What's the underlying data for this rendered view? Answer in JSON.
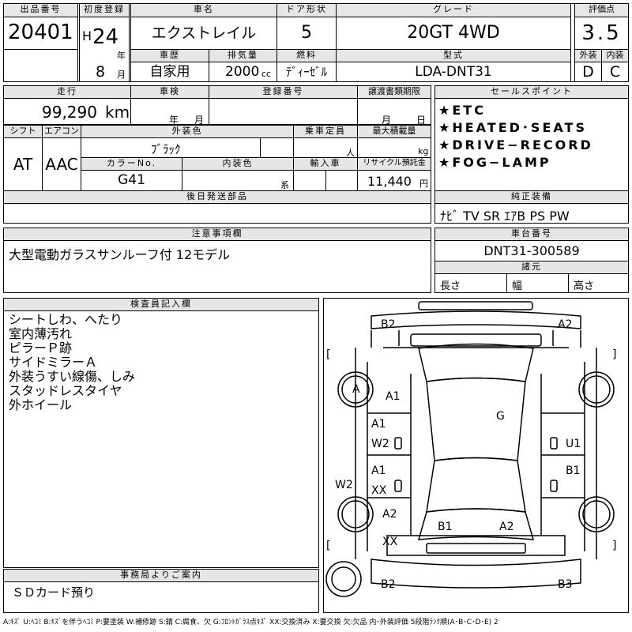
{
  "header": {
    "lot_label": "出品番号",
    "lot": "20401",
    "first_reg_label": "初度登録",
    "era": "H",
    "year": "24",
    "year_unit": "年",
    "month": "8",
    "month_unit": "月",
    "name_label": "車名",
    "car_name": "エクストレイル",
    "door_label": "ドア形状",
    "doors": "5",
    "grade_label": "グレード",
    "grade": "20GT 4WD",
    "score_label": "評価点",
    "score": "3.5",
    "history_label": "車歴",
    "history": "自家用",
    "displacement_label": "排気量",
    "displacement": "2000",
    "cc": "cc",
    "fuel_label": "燃料",
    "fuel": "ﾃﾞｨｰｾﾞﾙ",
    "model_label": "型式",
    "model": "LDA-DNT31",
    "ext_label": "外装",
    "ext_grade": "D",
    "int_label": "内装",
    "int_grade": "C"
  },
  "mid": {
    "mileage_label": "走行",
    "mileage": "99,290",
    "km": "km",
    "inspection_label": "車検",
    "ym_year": "年",
    "ym_month": "月",
    "reg_label": "登録番号",
    "transfer_label": "譲渡書類期限",
    "md_month": "月",
    "md_day": "日",
    "shift_label": "シフト",
    "shift": "AT",
    "ac_label": "エアコン",
    "ac": "AAC",
    "color_label": "外装色",
    "color": "ﾌﾞﾗｯｸ",
    "capacity_label": "乗車定員",
    "capacity_unit": "人",
    "load_label": "最大積載量",
    "load_unit": "kg",
    "color_no_label": "カラーNo.",
    "color_no": "G41",
    "interior_color_label": "内装色",
    "interior_unit": "系",
    "import_label": "輸入車",
    "recycle_label": "リサイクル預託金",
    "recycle": "11,440",
    "yen": "円",
    "after_label": "後日発送部品"
  },
  "sales": {
    "label": "セールスポイント",
    "items": [
      "★ETC",
      "★HEATED･SEATS",
      "★DRIVE−RECORD",
      "★FOG−LAMP"
    ]
  },
  "equip": {
    "label": "純正装備",
    "value": "ﾅﾋﾞ TV SR ｴｱB PS PW"
  },
  "notes": {
    "label": "注意事項欄",
    "text": "大型電動ガラスサンルーフ付 12モデル"
  },
  "chassis": {
    "label": "車台番号",
    "value": "DNT31-300589",
    "dims_label": "諸元",
    "length": "長さ",
    "width": "幅",
    "height": "高さ"
  },
  "inspector": {
    "label": "検査員記入欄",
    "lines": [
      "シートしわ、へたり",
      "室内薄汚れ",
      "ピラーＰ跡",
      "サイドミラーＡ",
      "外装うすい線傷、しみ",
      "スタッドレスタイヤ",
      "外ホイール"
    ]
  },
  "office": {
    "label": "事務局よりご案内",
    "text": "ＳＤカード預り"
  },
  "legend": "A:ｷｽﾞ U:ﾍｺﾐ B:ｷｽﾞを伴うﾍｺﾐ P:要塗装 W:補修跡 S:錆 C:腐食、欠 G:ﾌﾛﾝﾄｶﾞﾗｽ点ｷｽﾞ XX:交換済み X:要交換 欠:欠品 内･外装評価 5段階ﾗﾝｸ順(A･B･C･D･E) 2",
  "diagram": {
    "marks": {
      "b2_top_left": "B2",
      "a2_top_right": "A2",
      "bracket_l1": "[",
      "bracket_r1": "]",
      "wheel_a": "A",
      "a1_hood": "A1",
      "g_glass": "G",
      "a1_fl_door": "A1",
      "w2_fl": "W2",
      "u1_fr": "U1",
      "a1_rl_door": "A1",
      "xx_rl": "XX",
      "b1_rr_door": "B1",
      "w2_side": "W2",
      "a2_rear_l": "A2",
      "xx_rear_l": "XX",
      "b1_rear": "B1",
      "a2_rear": "A2",
      "bracket_l2": "[",
      "bracket_r2": "]",
      "b2_bot_left": "B2",
      "b3_bot_right": "B3"
    }
  }
}
